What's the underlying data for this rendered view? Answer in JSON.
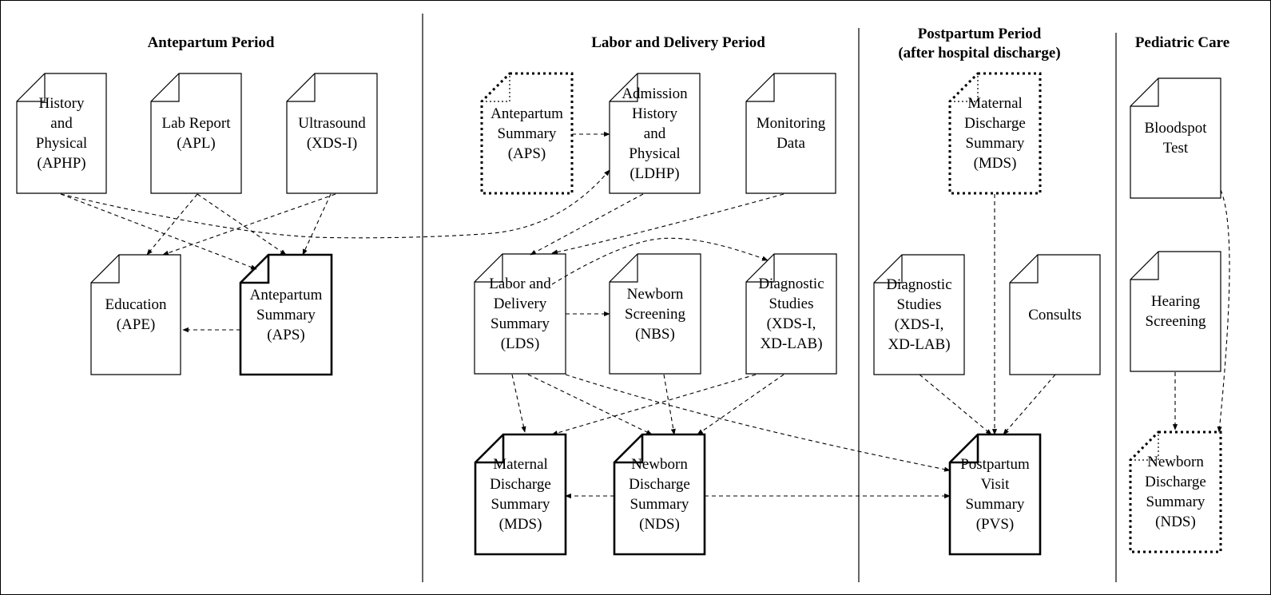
{
  "sections": [
    {
      "id": "antepartum",
      "title": [
        "Antepartum Period"
      ]
    },
    {
      "id": "labor",
      "title": [
        "Labor and Delivery Period"
      ]
    },
    {
      "id": "postpartum",
      "title": [
        "Postpartum Period",
        "(after hospital discharge)"
      ]
    },
    {
      "id": "pediatric",
      "title": [
        "Pediatric  Care"
      ]
    }
  ],
  "documents": [
    {
      "id": "aphp",
      "lines": [
        "History",
        "and",
        "Physical",
        "(APHP)"
      ],
      "style": "normal"
    },
    {
      "id": "apl",
      "lines": [
        "Lab Report",
        "(APL)"
      ],
      "style": "normal"
    },
    {
      "id": "us",
      "lines": [
        "Ultrasound",
        "(XDS-I)"
      ],
      "style": "normal"
    },
    {
      "id": "ape",
      "lines": [
        "Education",
        "(APE)"
      ],
      "style": "normal"
    },
    {
      "id": "aps1",
      "lines": [
        "Antepartum",
        "Summary",
        "(APS)"
      ],
      "style": "bold"
    },
    {
      "id": "aps2",
      "lines": [
        "Antepartum",
        "Summary",
        "(APS)"
      ],
      "style": "dotted"
    },
    {
      "id": "ldhp",
      "lines": [
        "Admission",
        "History",
        "and",
        "Physical",
        "(LDHP)"
      ],
      "style": "normal"
    },
    {
      "id": "mon",
      "lines": [
        "Monitoring",
        "Data"
      ],
      "style": "normal"
    },
    {
      "id": "lds",
      "lines": [
        "Labor and",
        "Delivery",
        "Summary",
        "(LDS)"
      ],
      "style": "normal"
    },
    {
      "id": "nbs",
      "lines": [
        "Newborn",
        "Screening",
        "(NBS)"
      ],
      "style": "normal"
    },
    {
      "id": "ds1",
      "lines": [
        "Diagnostic",
        "Studies",
        "(XDS-I,",
        "XD-LAB)"
      ],
      "style": "normal"
    },
    {
      "id": "mds1",
      "lines": [
        "Maternal",
        "Discharge",
        "Summary",
        "(MDS)"
      ],
      "style": "bold"
    },
    {
      "id": "nds1",
      "lines": [
        "Newborn",
        "Discharge",
        "Summary",
        "(NDS)"
      ],
      "style": "bold"
    },
    {
      "id": "mds2",
      "lines": [
        "Maternal",
        "Discharge",
        "Summary",
        "(MDS)"
      ],
      "style": "dotted"
    },
    {
      "id": "ds2",
      "lines": [
        "Diagnostic",
        "Studies",
        "(XDS-I,",
        "XD-LAB)"
      ],
      "style": "normal"
    },
    {
      "id": "cons",
      "lines": [
        "Consults"
      ],
      "style": "normal"
    },
    {
      "id": "pvs",
      "lines": [
        "Postpartum",
        "Visit",
        "Summary",
        "(PVS)"
      ],
      "style": "bold"
    },
    {
      "id": "bst",
      "lines": [
        "Bloodspot",
        "Test"
      ],
      "style": "normal"
    },
    {
      "id": "hear",
      "lines": [
        "Hearing",
        "Screening"
      ],
      "style": "normal"
    },
    {
      "id": "nds2",
      "lines": [
        "Newborn",
        "Discharge",
        "Summary",
        "(NDS)"
      ],
      "style": "dotted"
    }
  ],
  "links": [
    {
      "from": "aphp",
      "to": "aps1"
    },
    {
      "from": "aphp",
      "to": "ldhp"
    },
    {
      "from": "apl",
      "to": "ape"
    },
    {
      "from": "apl",
      "to": "aps1"
    },
    {
      "from": "us",
      "to": "ape"
    },
    {
      "from": "us",
      "to": "aps1"
    },
    {
      "from": "aps1",
      "to": "ape"
    },
    {
      "from": "aps2",
      "to": "ldhp"
    },
    {
      "from": "ldhp",
      "to": "lds"
    },
    {
      "from": "mon",
      "to": "lds"
    },
    {
      "from": "lds",
      "to": "ds1"
    },
    {
      "from": "lds",
      "to": "nbs"
    },
    {
      "from": "lds",
      "to": "mds1"
    },
    {
      "from": "lds",
      "to": "nds1"
    },
    {
      "from": "lds",
      "to": "pvs"
    },
    {
      "from": "nbs",
      "to": "nds1"
    },
    {
      "from": "ds1",
      "to": "mds1"
    },
    {
      "from": "ds1",
      "to": "nds1"
    },
    {
      "from": "nds1",
      "to": "mds1"
    },
    {
      "from": "nds1",
      "to": "pvs"
    },
    {
      "from": "mds2",
      "to": "pvs"
    },
    {
      "from": "ds2",
      "to": "pvs"
    },
    {
      "from": "cons",
      "to": "pvs"
    },
    {
      "from": "bst",
      "to": "nds2"
    },
    {
      "from": "hear",
      "to": "nds2"
    }
  ]
}
